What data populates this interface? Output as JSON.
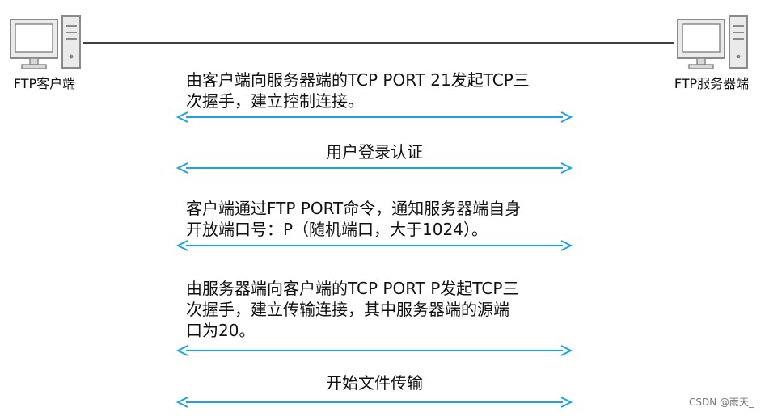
{
  "nodes": {
    "client": {
      "label": "FTP客户端",
      "icon": "computer-icon"
    },
    "server": {
      "label": "FTP服务器端",
      "icon": "computer-icon"
    }
  },
  "steps": [
    {
      "text": "由客户端向服务器端的TCP PORT 21发起TCP三\n次握手，建立控制连接。"
    },
    {
      "text": "用户登录认证"
    },
    {
      "text": "客户端通过FTP PORT命令，通知服务器端自身\n开放端口号：P（随机端口，大于1024）。"
    },
    {
      "text": "由服务器端向客户端的TCP PORT P发起TCP三\n次握手，建立传输连接，其中服务器端的源端\n口为20。"
    },
    {
      "text": "开始文件传输"
    }
  ],
  "watermark": "CSDN @雨天_",
  "colors": {
    "arrow": "#1aa3e8",
    "link": "#000000",
    "icon_fill": "#eaeaea",
    "icon_stroke": "#8a8a8a",
    "screen": "#ffffff"
  }
}
